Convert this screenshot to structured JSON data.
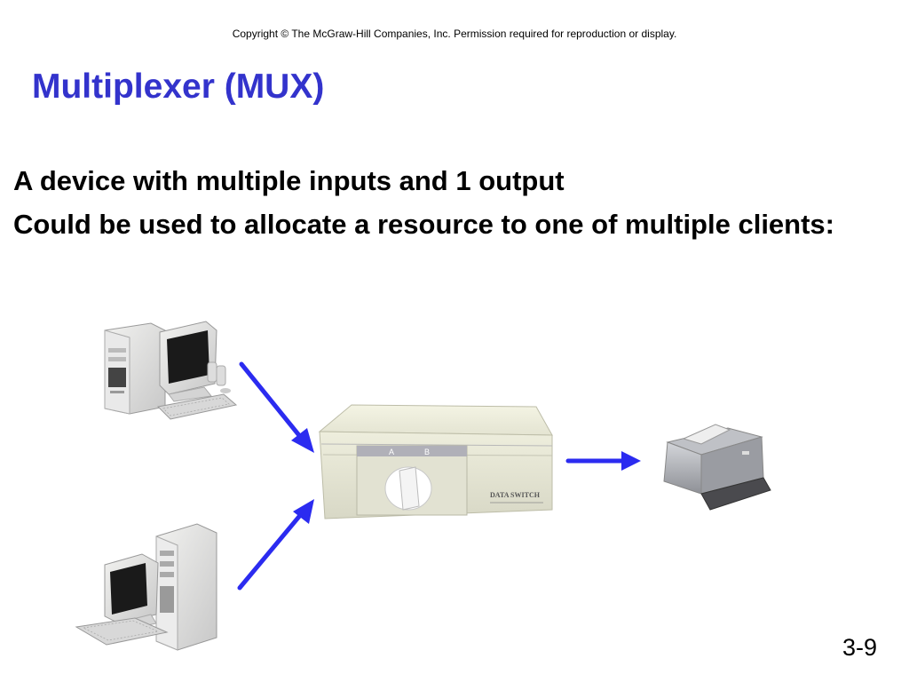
{
  "slide": {
    "copyright": "Copyright © The McGraw-Hill Companies, Inc.  Permission required for reproduction or display.",
    "title": "Multiplexer (MUX)",
    "bullets": [
      "A device with multiple inputs and 1 output",
      "Could be used to allocate a resource to one of multiple clients:"
    ],
    "page_number": "3-9"
  },
  "figure": {
    "device_label": "DATA SWITCH",
    "switch_positions": [
      "A",
      "B"
    ],
    "icons": [
      "desktop-computer-icon",
      "desktop-computer-icon",
      "data-switch-box",
      "printer-icon"
    ],
    "arrow_color": "#2b2bf0"
  }
}
